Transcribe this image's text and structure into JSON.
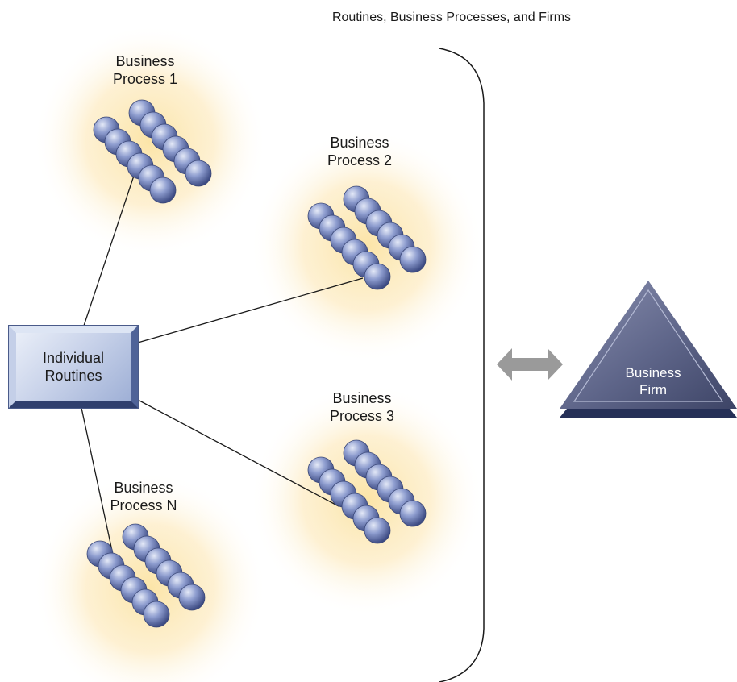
{
  "title": "Routines, Business Processes, and Firms",
  "individual_routines": {
    "label": "Individual\nRoutines"
  },
  "processes": [
    {
      "label": "Business\nProcess 1"
    },
    {
      "label": "Business\nProcess 2"
    },
    {
      "label": "Business\nProcess 3"
    },
    {
      "label": "Business\nProcess N"
    }
  ],
  "firm": {
    "label": "Business\nFirm"
  },
  "colors": {
    "bead": "#7e8dc0",
    "glow": "#f9d98a",
    "arrow": "#9a9a9a",
    "firm": "#5a6185"
  }
}
